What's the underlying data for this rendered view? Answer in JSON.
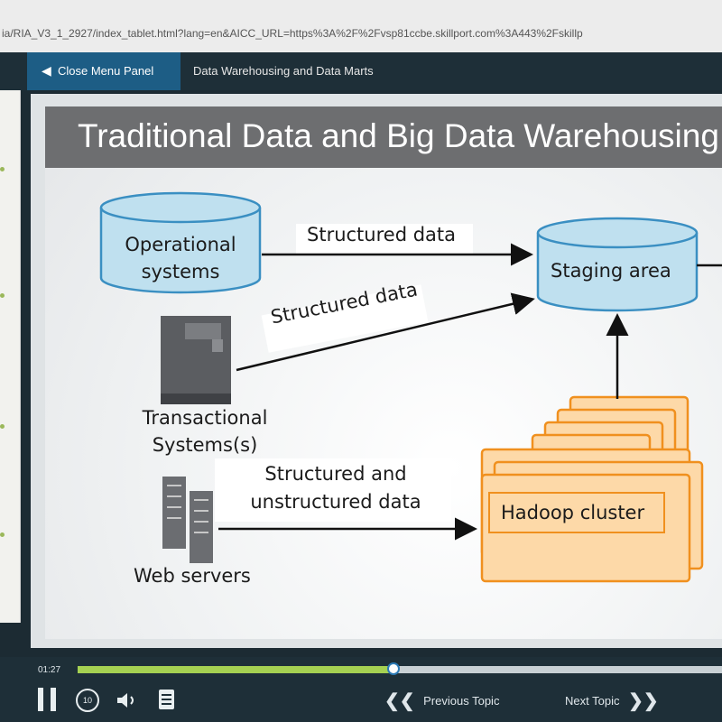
{
  "browser": {
    "url": "ia/RIA_V3_1_2927/index_tablet.html?lang=en&AICC_URL=https%3A%2F%2Fvsp81ccbe.skillport.com%3A443%2Fskillp"
  },
  "nav": {
    "close_menu_label": "Close Menu Panel",
    "course_title": "Data Warehousing and Data Marts"
  },
  "slide": {
    "title": "Traditional Data and Big Data Warehousing",
    "operational": [
      "Operational",
      "systems"
    ],
    "staging": "Staging area",
    "transactional": [
      "Transactional",
      "Systems(s)"
    ],
    "web_servers": "Web servers",
    "hadoop": "Hadoop cluster",
    "arrow_label_1": "Structured data",
    "arrow_label_2": "Structured data",
    "arrow_label_3": [
      "Structured and",
      "unstructured data"
    ]
  },
  "player": {
    "elapsed": "01:27",
    "progress": 0.49,
    "previous_label": "Previous Topic",
    "next_label": "Next Topic",
    "replay_label": "10"
  },
  "colors": {
    "nav_bg": "#1e2f38",
    "accent_blue": "#1d5d85",
    "cylinder_fill": "#bfe0ef",
    "cylinder_stroke": "#3a8fc2",
    "hadoop_fill": "#fdd9a8",
    "hadoop_stroke": "#f0901e",
    "progress_fill": "#a5d152"
  }
}
